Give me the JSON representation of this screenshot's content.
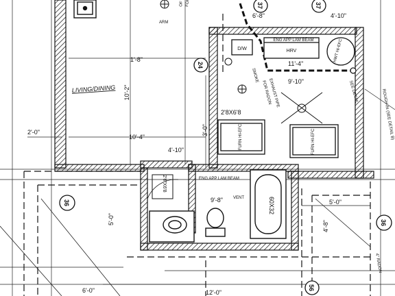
{
  "labels": {
    "living_dining": "LIVING/DINING",
    "dim_1_8": "1'-8\"",
    "dim_10_2": "10'-2\"",
    "dim_10_4": "10'-4\"",
    "dim_2_0": "2'-0\"",
    "dim_4_10_mid": "4'-10\"",
    "dim_3_0": "3'-0\"",
    "door_2_8x6_8": "2'8X6'8",
    "dim_9_10": "9'-10\"",
    "dim_11_4": "11'-4\"",
    "dim_6_8": "6'-8\"",
    "dim_4_10_top": "4'-10\"",
    "dim_9_8": "9'-8\"",
    "dim_5_0_left": "5'-0\"",
    "dim_5_0_right": "5'-0\"",
    "dim_4_8": "4'-8\"",
    "dim_6_0": "6'-0\"",
    "dim_12_0": "12'-0\"",
    "dim_2_6": "2'6\"X6'8",
    "tub": "60X32",
    "bubble_36_left": "36",
    "bubble_36_right": "36",
    "bubble_24": "24",
    "bubble_37a": "37",
    "bubble_37b": "37",
    "bubble_56": "56",
    "floor_slab": "OF FLOOR SLAB",
    "for_gas_pipe": "FOR GAS PIPE",
    "arm": "ARM",
    "hrv_note": "ENG APP LAM BEAM",
    "hrv": "HRV",
    "dw": "D/W",
    "smoke": "SMOKE",
    "exhaust_pipe": "EXHAUST PIPE",
    "for_radon": "FOR RADON",
    "furn_left": "FURN HI-EFC",
    "furn_right": "FURN HI-EFC",
    "hwt": "HWT HI-EFC",
    "beam_note": "ENG APP LAM BEAM",
    "vent": "VENT",
    "side_pipe": "SEE DETAIL",
    "roughin": "ROUGH-IN (SEE DETAIL B)",
    "radon_note": "4\" RADON"
  }
}
